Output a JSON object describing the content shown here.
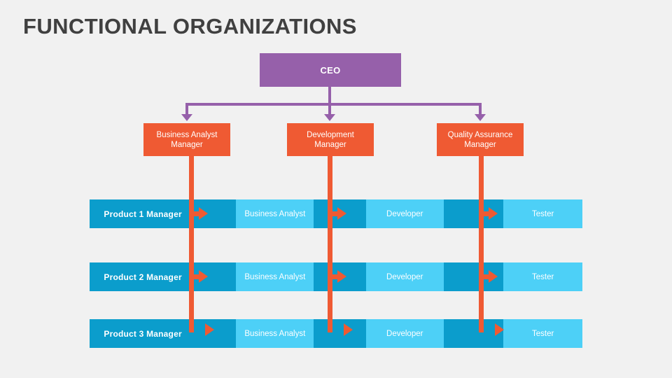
{
  "title": "FUNCTIONAL ORGANIZATIONS",
  "colors": {
    "background": "#f1f1f1",
    "title": "#404040",
    "executive": "#9660aa",
    "manager": "#ef5a33",
    "row_dark": "#0b9dcc",
    "row_light": "#4dd0f7",
    "arrow": "#ef5a33",
    "text": "#ffffff"
  },
  "chart_data": {
    "type": "diagram",
    "title": "FUNCTIONAL ORGANIZATIONS",
    "executive": {
      "label": "CEO"
    },
    "functional_managers": [
      {
        "label": "Business Analyst Manager",
        "line1": "Business Analyst",
        "line2": "Manager"
      },
      {
        "label": "Development Manager",
        "line1": "Development",
        "line2": "Manager"
      },
      {
        "label": "Quality Assurance Manager",
        "line1": "Quality Assurance",
        "line2": "Manager"
      }
    ],
    "product_rows": [
      {
        "manager": "Product 1 Manager",
        "roles": [
          "Business Analyst",
          "Developer",
          "Tester"
        ]
      },
      {
        "manager": "Product 2 Manager",
        "roles": [
          "Business Analyst",
          "Developer",
          "Tester"
        ]
      },
      {
        "manager": "Product 3 Manager",
        "roles": [
          "Business Analyst",
          "Developer",
          "Tester"
        ]
      }
    ],
    "connections": [
      {
        "from": "CEO",
        "to": "Business Analyst Manager"
      },
      {
        "from": "CEO",
        "to": "Development Manager"
      },
      {
        "from": "CEO",
        "to": "Quality Assurance Manager"
      },
      {
        "from": "Business Analyst Manager",
        "to": "Business Analyst"
      },
      {
        "from": "Development Manager",
        "to": "Developer"
      },
      {
        "from": "Quality Assurance Manager",
        "to": "Tester"
      }
    ]
  }
}
